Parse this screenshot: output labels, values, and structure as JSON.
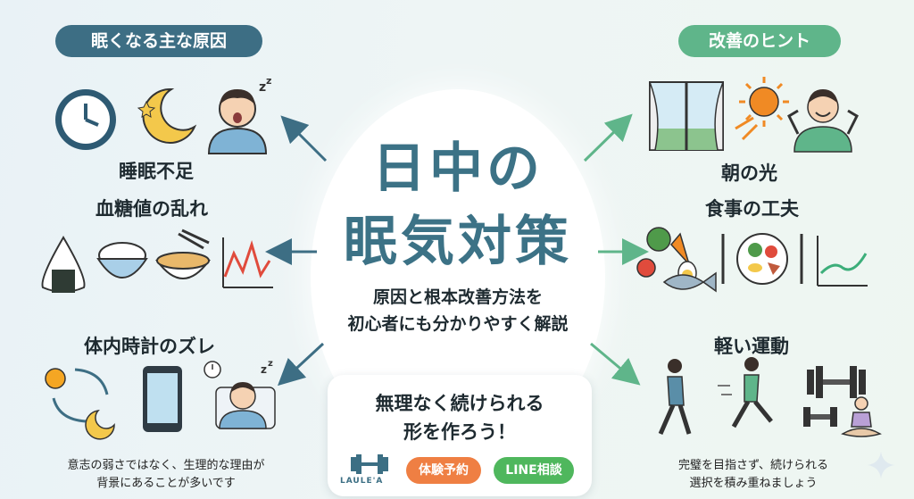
{
  "left_header": "眠くなる主な原因",
  "right_header": "改善のヒント",
  "title_line1": "日中の",
  "title_line2": "眠気対策",
  "subtitle_line1": "原因と根本改善方法を",
  "subtitle_line2": "初心者にも分かりやすく解説",
  "causes": {
    "sleep": "睡眠不足",
    "blood_sugar": "血糖値の乱れ",
    "body_clock": "体内時計のズレ"
  },
  "hints": {
    "morning_light": "朝の光",
    "diet": "食事の工夫",
    "exercise": "軽い運動"
  },
  "left_note_line1": "意志の弱さではなく、生理的な理由が",
  "left_note_line2": "背景にあることが多いです",
  "right_note_line1": "完璧を目指さず、続けられる",
  "right_note_line2": "選択を積み重ねましょう",
  "cta": {
    "line1": "無理なく続けられる",
    "line2": "形を作ろう！",
    "logo": "LAULE'A",
    "trial_button": "体験予約",
    "line_button": "LINE相談"
  },
  "colors": {
    "left_accent": "#3d6e84",
    "right_accent": "#5fb58a",
    "title": "#3c7286",
    "trial": "#ef7f43",
    "line": "#4fb75d"
  }
}
